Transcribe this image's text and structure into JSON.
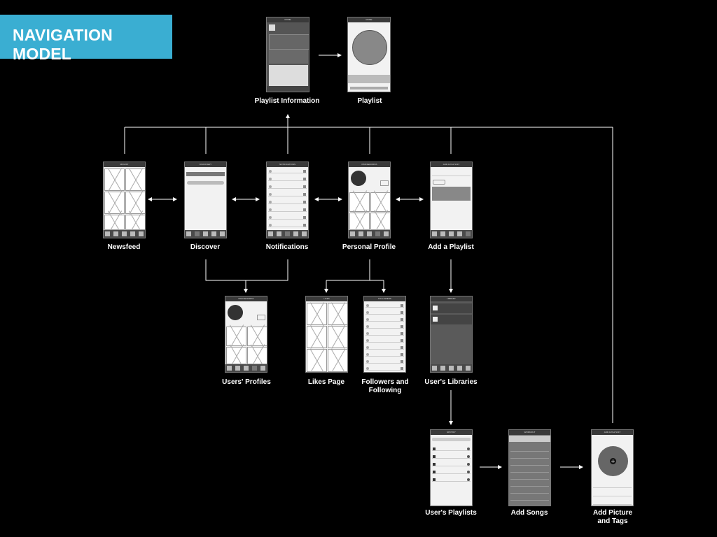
{
  "title": "NAVIGATION MODEL",
  "screens": {
    "playlist_information": "Playlist Information",
    "playlist": "Playlist",
    "newsfeed": "Newsfeed",
    "discover": "Discover",
    "notifications": "Notifications",
    "personal_profile": "Personal Profile",
    "add_a_playlist": "Add a Playlist",
    "users_profiles": "Users' Profiles",
    "likes_page": "Likes Page",
    "followers_line1": "Followers and",
    "followers_line2": "Following",
    "users_libraries": "User's Libraries",
    "users_playlists": "User's Playlists",
    "add_songs": "Add Songs",
    "add_picture_line1": "Add Picture",
    "add_picture_line2": "and Tags"
  },
  "headers": {
    "playlist_information": "ROME",
    "playlist": "ROME",
    "newsfeed": "MIXLIST",
    "discover": "DISCOVERY",
    "notifications": "NOTIFICATIONS",
    "personal_profile": "PINKSENORITA",
    "add_a_playlist": "ADD A PLAYLIST",
    "users_profiles": "PINKSENORITA",
    "likes_page": "LIKES",
    "followers": "FOLLOWERS",
    "users_libraries": "LIBRARY",
    "users_playlists": "SPOTIFY",
    "add_songs": "WORKOUT",
    "add_picture": "ADD A PLAYLIST"
  }
}
